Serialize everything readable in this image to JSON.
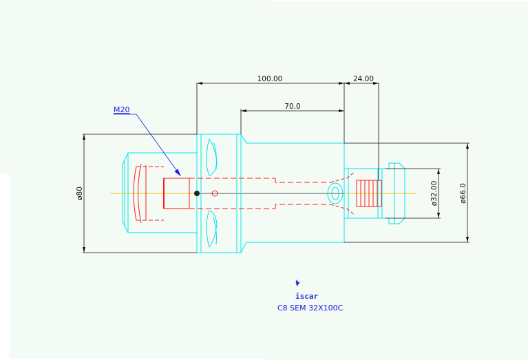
{
  "dimensions": {
    "length_main": "100.00",
    "length_end": "24.00",
    "length_bore": "70.0",
    "diameter_flange": "ø80",
    "diameter_inner": "ø32.00",
    "diameter_outer": "ø66.0"
  },
  "thread_label": "M20",
  "logo": {
    "brand": "iscar",
    "model": "C8 SEM 32X100C"
  },
  "colors": {
    "outline": "#00e5ee",
    "hidden": "#ff1a1a",
    "dimension": "#111111",
    "leader": "#1a1ae6",
    "centerline": "#e6c800",
    "background": "#f4faf4"
  }
}
